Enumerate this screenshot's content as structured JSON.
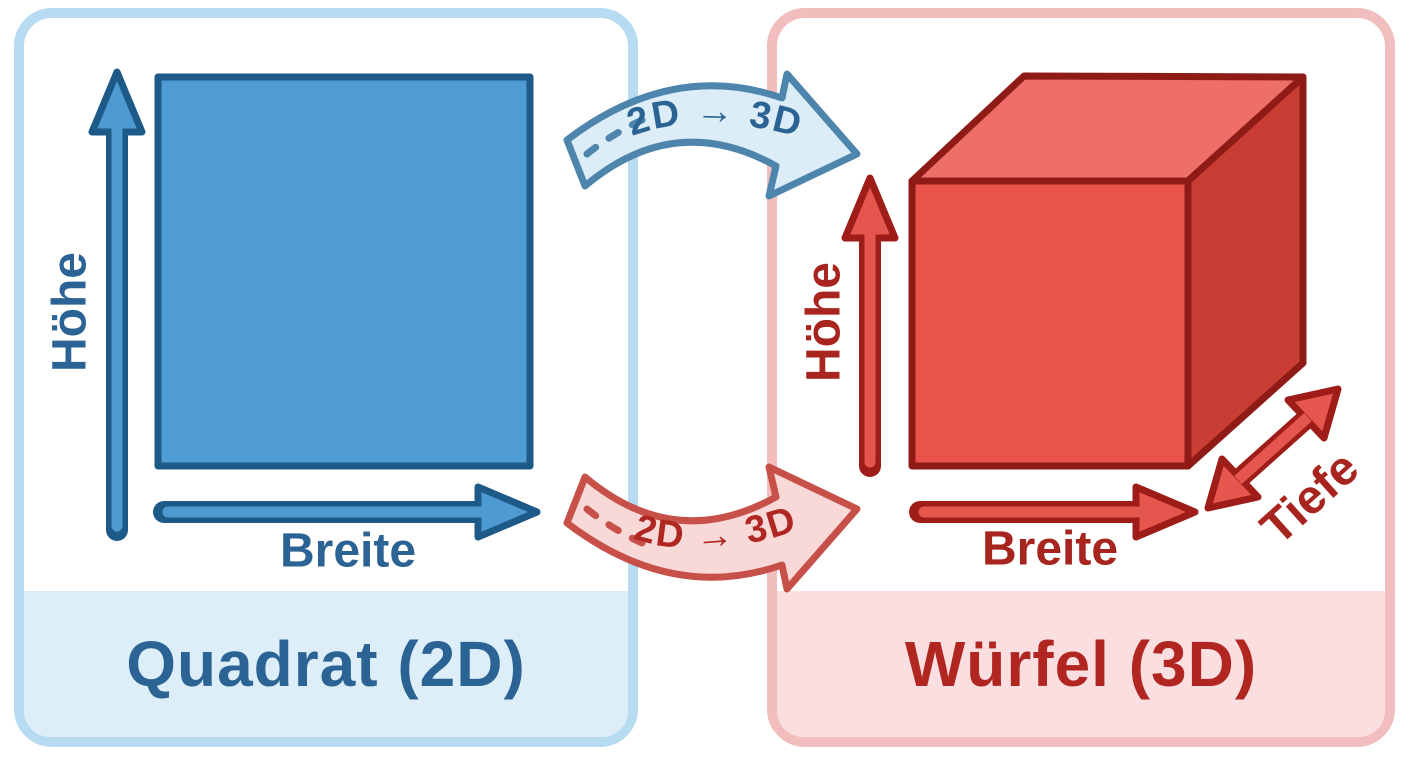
{
  "left_panel": {
    "title": "Quadrat (2D)",
    "shape": "square",
    "labels": {
      "height": "Höhe",
      "width": "Breite"
    },
    "colors": {
      "shape_fill": "#4f9cd4",
      "shape_border": "#1e5a88",
      "arrow_fill": "#4e9ad2",
      "arrow_outline": "#1e5a88",
      "panel_border": "#b7dbf0",
      "footer_bg": "#ddeef8",
      "text": "#2b6494"
    }
  },
  "right_panel": {
    "title": "Würfel (3D)",
    "shape": "cube",
    "labels": {
      "height": "Höhe",
      "width": "Breite",
      "depth": "Tiefe"
    },
    "colors": {
      "front_face": "#e9534a",
      "top_face": "#ed6f67",
      "side_face": "#c93d35",
      "shape_border": "#8e1b16",
      "arrow_fill": "#e4564e",
      "arrow_outline": "#9e1d18",
      "panel_border": "#f2bdbd",
      "footer_bg": "#fadee0",
      "text": "#a8241f"
    }
  },
  "transition_arrows": {
    "top_label": "2D → 3D",
    "bottom_label": "2D → 3D",
    "top_colors": {
      "fill": "#dcedf8",
      "outline": "#4e85ac",
      "text": "#2b6494"
    },
    "bottom_colors": {
      "fill": "#f8d9d7",
      "outline": "#c75049",
      "text": "#b02722"
    }
  }
}
